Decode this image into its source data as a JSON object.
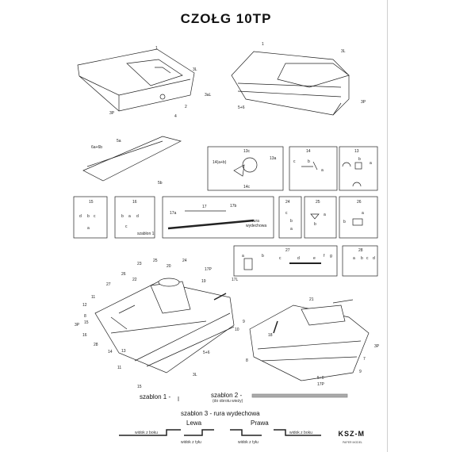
{
  "title": "CZOŁG 10TP",
  "labels": {
    "hull_left": [
      "1",
      "3L",
      "3P",
      "2",
      "4",
      "3aL"
    ],
    "hull_right": [
      "1",
      "3L",
      "5+6",
      "3P"
    ],
    "fender": [
      "6a+6b",
      "5a",
      "5b"
    ],
    "box13c": [
      "13c",
      "14(a+b)",
      "13a",
      "14c"
    ],
    "box14": [
      "14",
      "c",
      "b",
      "a"
    ],
    "box13": [
      "13",
      "b",
      "a"
    ],
    "box15": [
      "15",
      "d",
      "b",
      "c",
      "a"
    ],
    "box16": [
      "16",
      "b",
      "a",
      "d",
      "c",
      "szablon 1"
    ],
    "exhaust": [
      "17a",
      "17",
      "17b",
      "rura",
      "wydechowa"
    ],
    "box24": [
      "24",
      "c",
      "b",
      "a"
    ],
    "box25": [
      "25",
      "a",
      "b"
    ],
    "box26": [
      "26",
      "a",
      "b"
    ],
    "box27": [
      "27",
      "a",
      "b",
      "c",
      "d",
      "e",
      "f",
      "g"
    ],
    "box28": [
      "28",
      "a",
      "b",
      "c",
      "d"
    ],
    "assembly_left": [
      "23",
      "25",
      "20",
      "24",
      "17P",
      "26",
      "22",
      "19",
      "27",
      "17L",
      "11",
      "12",
      "10",
      "9",
      "8",
      "15",
      "3P",
      "16",
      "28",
      "14",
      "13",
      "11",
      "5+6",
      "3L",
      "15"
    ],
    "assembly_right": [
      "21",
      "18",
      "3P",
      "7",
      "9",
      "8",
      "17P",
      "5+6"
    ]
  },
  "bottom": {
    "szablon1": "szablon 1 -",
    "szablon2": "szablon 2 -",
    "szablon2_note": "(do obrotu wieży)",
    "szablon3": "szablon 3 - rura wydechowa",
    "lewa": "Lewa",
    "prawa": "Prawa",
    "widok_z_boku_l": "widok z boku",
    "widok_z_tylu_l": "widok z tyłu",
    "widok_z_tylu_r": "widok z tyłu",
    "widok_z_boku_r": "widok z boku"
  },
  "brand": "KSZ-M",
  "brand_sub": "PAPER MODEL"
}
